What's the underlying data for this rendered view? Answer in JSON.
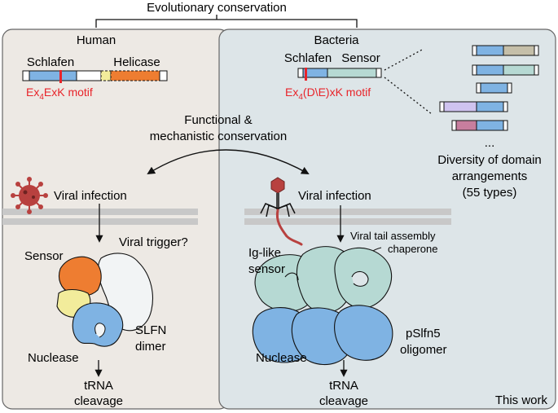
{
  "title": "Evolutionary conservation",
  "center_label": [
    "Functional &",
    "mechanistic conservation"
  ],
  "human": {
    "panel_title": "Human",
    "domain_labels": {
      "schlafen": "Schlafen",
      "helicase": "Helicase"
    },
    "motif": {
      "prefix": "Ex",
      "sub": "4",
      "suffix": "ExK motif"
    },
    "viral_infection": "Viral infection",
    "viral_trigger": "Viral trigger?",
    "sensor": "Sensor",
    "slfn_dimer": [
      "SLFN",
      "dimer"
    ],
    "nuclease": "Nuclease",
    "outcome": [
      "tRNA",
      "cleavage"
    ]
  },
  "bacteria": {
    "panel_title": "Bacteria",
    "domain_labels": {
      "schlafen": "Schlafen",
      "sensor": "Sensor"
    },
    "motif": {
      "prefix": "Ex",
      "sub": "4",
      "suffix": "(D\\E)xK motif"
    },
    "diversity": [
      "...",
      "Diversity of domain",
      "arrangements",
      "(55 types)"
    ],
    "viral_infection": "Viral infection",
    "ig_like_sensor": [
      "Ig-like",
      "sensor"
    ],
    "viral_tail": [
      "Viral tail assembly",
      "chaperone"
    ],
    "pslfn5": [
      "pSlfn5",
      "oligomer"
    ],
    "nuclease": "Nuclease",
    "outcome": [
      "tRNA",
      "cleavage"
    ],
    "this_work": "This work"
  },
  "colors": {
    "schlafen_blue": "#7fb3e3",
    "helicase_orange": "#ee7d31",
    "yellow": "#f2ec9b",
    "teal": "#b6d9d3",
    "red_motif": "#e8242a",
    "virus_red": "#b8413f",
    "left_panel_bg": "#ede9e4",
    "right_panel_bg": "#dde5e8"
  }
}
